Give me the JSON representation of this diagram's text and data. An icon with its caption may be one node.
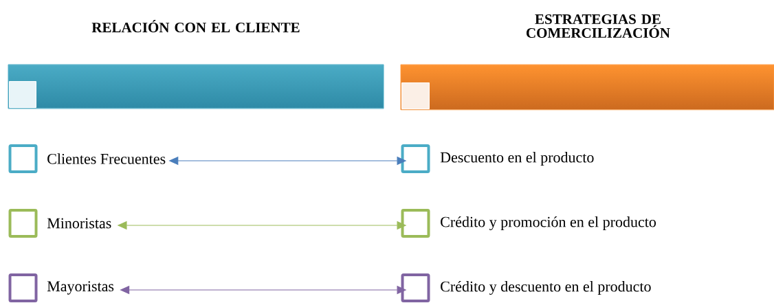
{
  "diagram": {
    "nodes": [
      {
        "text": [
          "RELACIÓN CON EL CLIENTE"
        ]
      },
      {
        "text": [],
        "shape": "box",
        "in": 0
      },
      {
        "text": [
          "ESTRATEGIAS DE COMERCILIZACIÓN"
        ]
      },
      {
        "text": [],
        "shape": "box",
        "in": 2
      },
      {
        "text": [],
        "shape": "box"
      },
      {
        "text": [
          "Clientes Frecuentes"
        ]
      },
      {
        "text": [],
        "shape": "box",
        "beside": [
          "Descuento en el producto"
        ]
      },
      {
        "text": [],
        "shape": "box"
      },
      {
        "text": [
          "Minoristas"
        ]
      },
      {
        "text": [],
        "shape": "box",
        "beside": [
          "Crédito y promoción en el producto"
        ]
      },
      {
        "text": [],
        "shape": "box"
      },
      {
        "text": [
          "Mayoristas"
        ]
      },
      {
        "text": [],
        "shape": "box",
        "beside": [
          "Crédito y descuento en el producto"
        ]
      }
    ],
    "edges": [
      {
        "from": 5,
        "to": 6,
        "arrow": "both",
        "color": "#4a7ebb"
      },
      {
        "from": 8,
        "to": 9,
        "arrow": "both",
        "color": "#9bbb59"
      },
      {
        "from": 11,
        "to": 12,
        "arrow": "both",
        "color": "#8064a2"
      }
    ]
  }
}
